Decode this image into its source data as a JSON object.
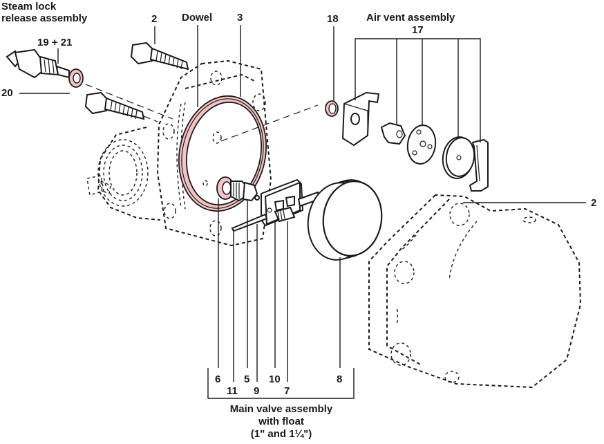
{
  "diagram": {
    "type": "exploded-parts-diagram",
    "colors": {
      "line": "#1a1a1a",
      "highlight_gasket": "#f4c4c4",
      "background": "#ffffff"
    },
    "group_labels": {
      "steam_lock": {
        "line1": "Steam lock",
        "line2": "release assembly"
      },
      "air_vent": {
        "title": "Air vent assembly",
        "number": "17"
      },
      "main_valve": {
        "line1": "Main valve assembly",
        "line2": "with float",
        "line3": "(1\" and 1¼\")"
      }
    },
    "callouts": {
      "steam_lock_part": "19 + 21",
      "steam_lock_washer": "20",
      "stud_top": "2",
      "dowel": "Dowel",
      "gasket": "3",
      "air_vent_washer": "18",
      "body_stud_right": "2",
      "main_6": "6",
      "main_11": "11",
      "main_5": "5",
      "main_9": "9",
      "main_10": "10",
      "main_7": "7",
      "main_8": "8"
    }
  }
}
